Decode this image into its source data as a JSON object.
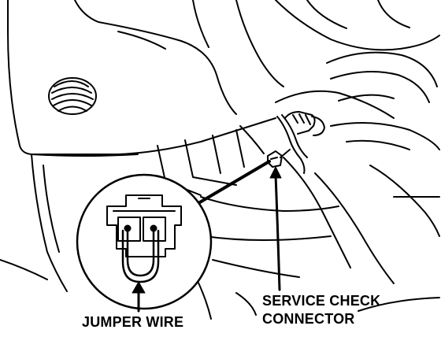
{
  "labels": {
    "jumper_wire": "JUMPER WIRE",
    "service_check_line1": "SERVICE CHECK",
    "service_check_line2": "CONNECTOR"
  },
  "colors": {
    "ink": "#000000",
    "paper": "#ffffff"
  }
}
